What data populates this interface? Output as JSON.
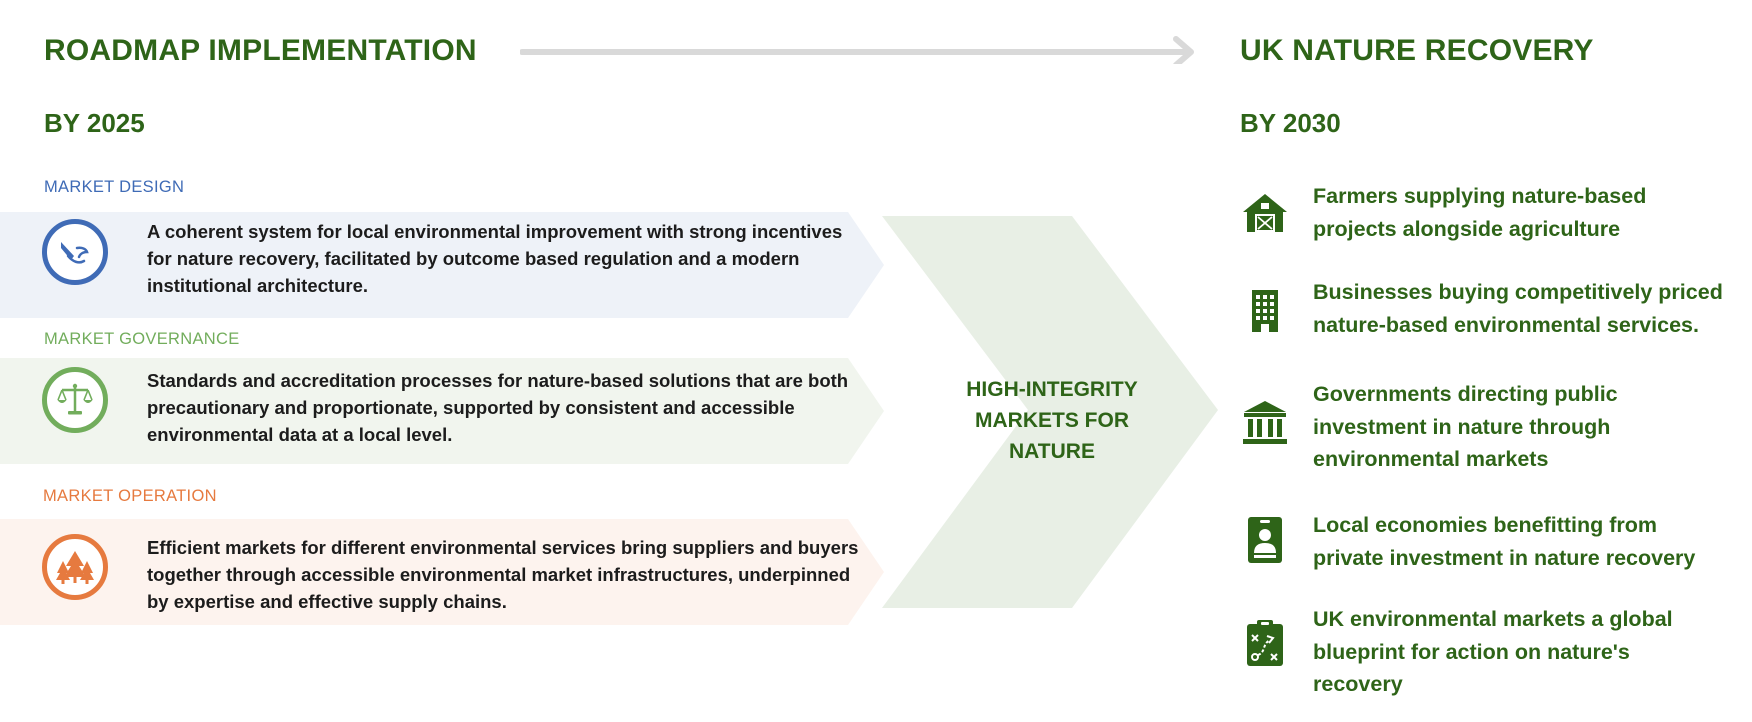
{
  "header": {
    "left_title": "ROADMAP IMPLEMENTATION",
    "left_subtitle": "BY 2025",
    "right_title": "UK NATURE RECOVERY",
    "right_subtitle": "BY 2030"
  },
  "colors": {
    "dark_green": "#2e6418",
    "blue": "#3f6bb6",
    "light_green": "#72ad5c",
    "orange": "#e67a3f",
    "band_blue": "#eef2f8",
    "band_green": "#f1f5ee",
    "band_orange": "#fdf3ee",
    "chevron": "#e8efe5",
    "arrow": "#d9d9d9"
  },
  "sections": [
    {
      "label": "MARKET DESIGN",
      "text": "A coherent system for local environmental improvement with strong incentives for nature recovery, facilitated by outcome based regulation and a modern institutional architecture.",
      "icon": "pen-nib-icon"
    },
    {
      "label": "MARKET GOVERNANCE",
      "text": "Standards and accreditation processes for nature-based solutions that are both precautionary and proportionate, supported by consistent and accessible environmental data at a local level.",
      "icon": "scales-icon"
    },
    {
      "label": "MARKET OPERATION",
      "text": "Efficient markets for different environmental services bring suppliers and buyers together through accessible environmental market infrastructures, underpinned by expertise and effective supply chains.",
      "icon": "trees-icon"
    }
  ],
  "center": {
    "lines": [
      "HIGH-INTEGRITY",
      "MARKETS FOR",
      "NATURE"
    ]
  },
  "outcomes": [
    {
      "lines": [
        "Farmers supplying nature-based",
        "projects alongside agriculture"
      ],
      "icon": "barn-icon"
    },
    {
      "lines": [
        "Businesses buying competitively priced",
        "nature-based environmental services."
      ],
      "icon": "office-building-icon"
    },
    {
      "lines": [
        "Governments directing public",
        "investment in nature through",
        "environmental markets"
      ],
      "icon": "government-building-icon"
    },
    {
      "lines": [
        "Local economies benefitting from",
        "private investment in nature recovery"
      ],
      "icon": "id-badge-icon"
    },
    {
      "lines": [
        "UK environmental markets a global",
        "blueprint for action on nature's",
        "recovery"
      ],
      "icon": "strategy-clipboard-icon"
    }
  ]
}
